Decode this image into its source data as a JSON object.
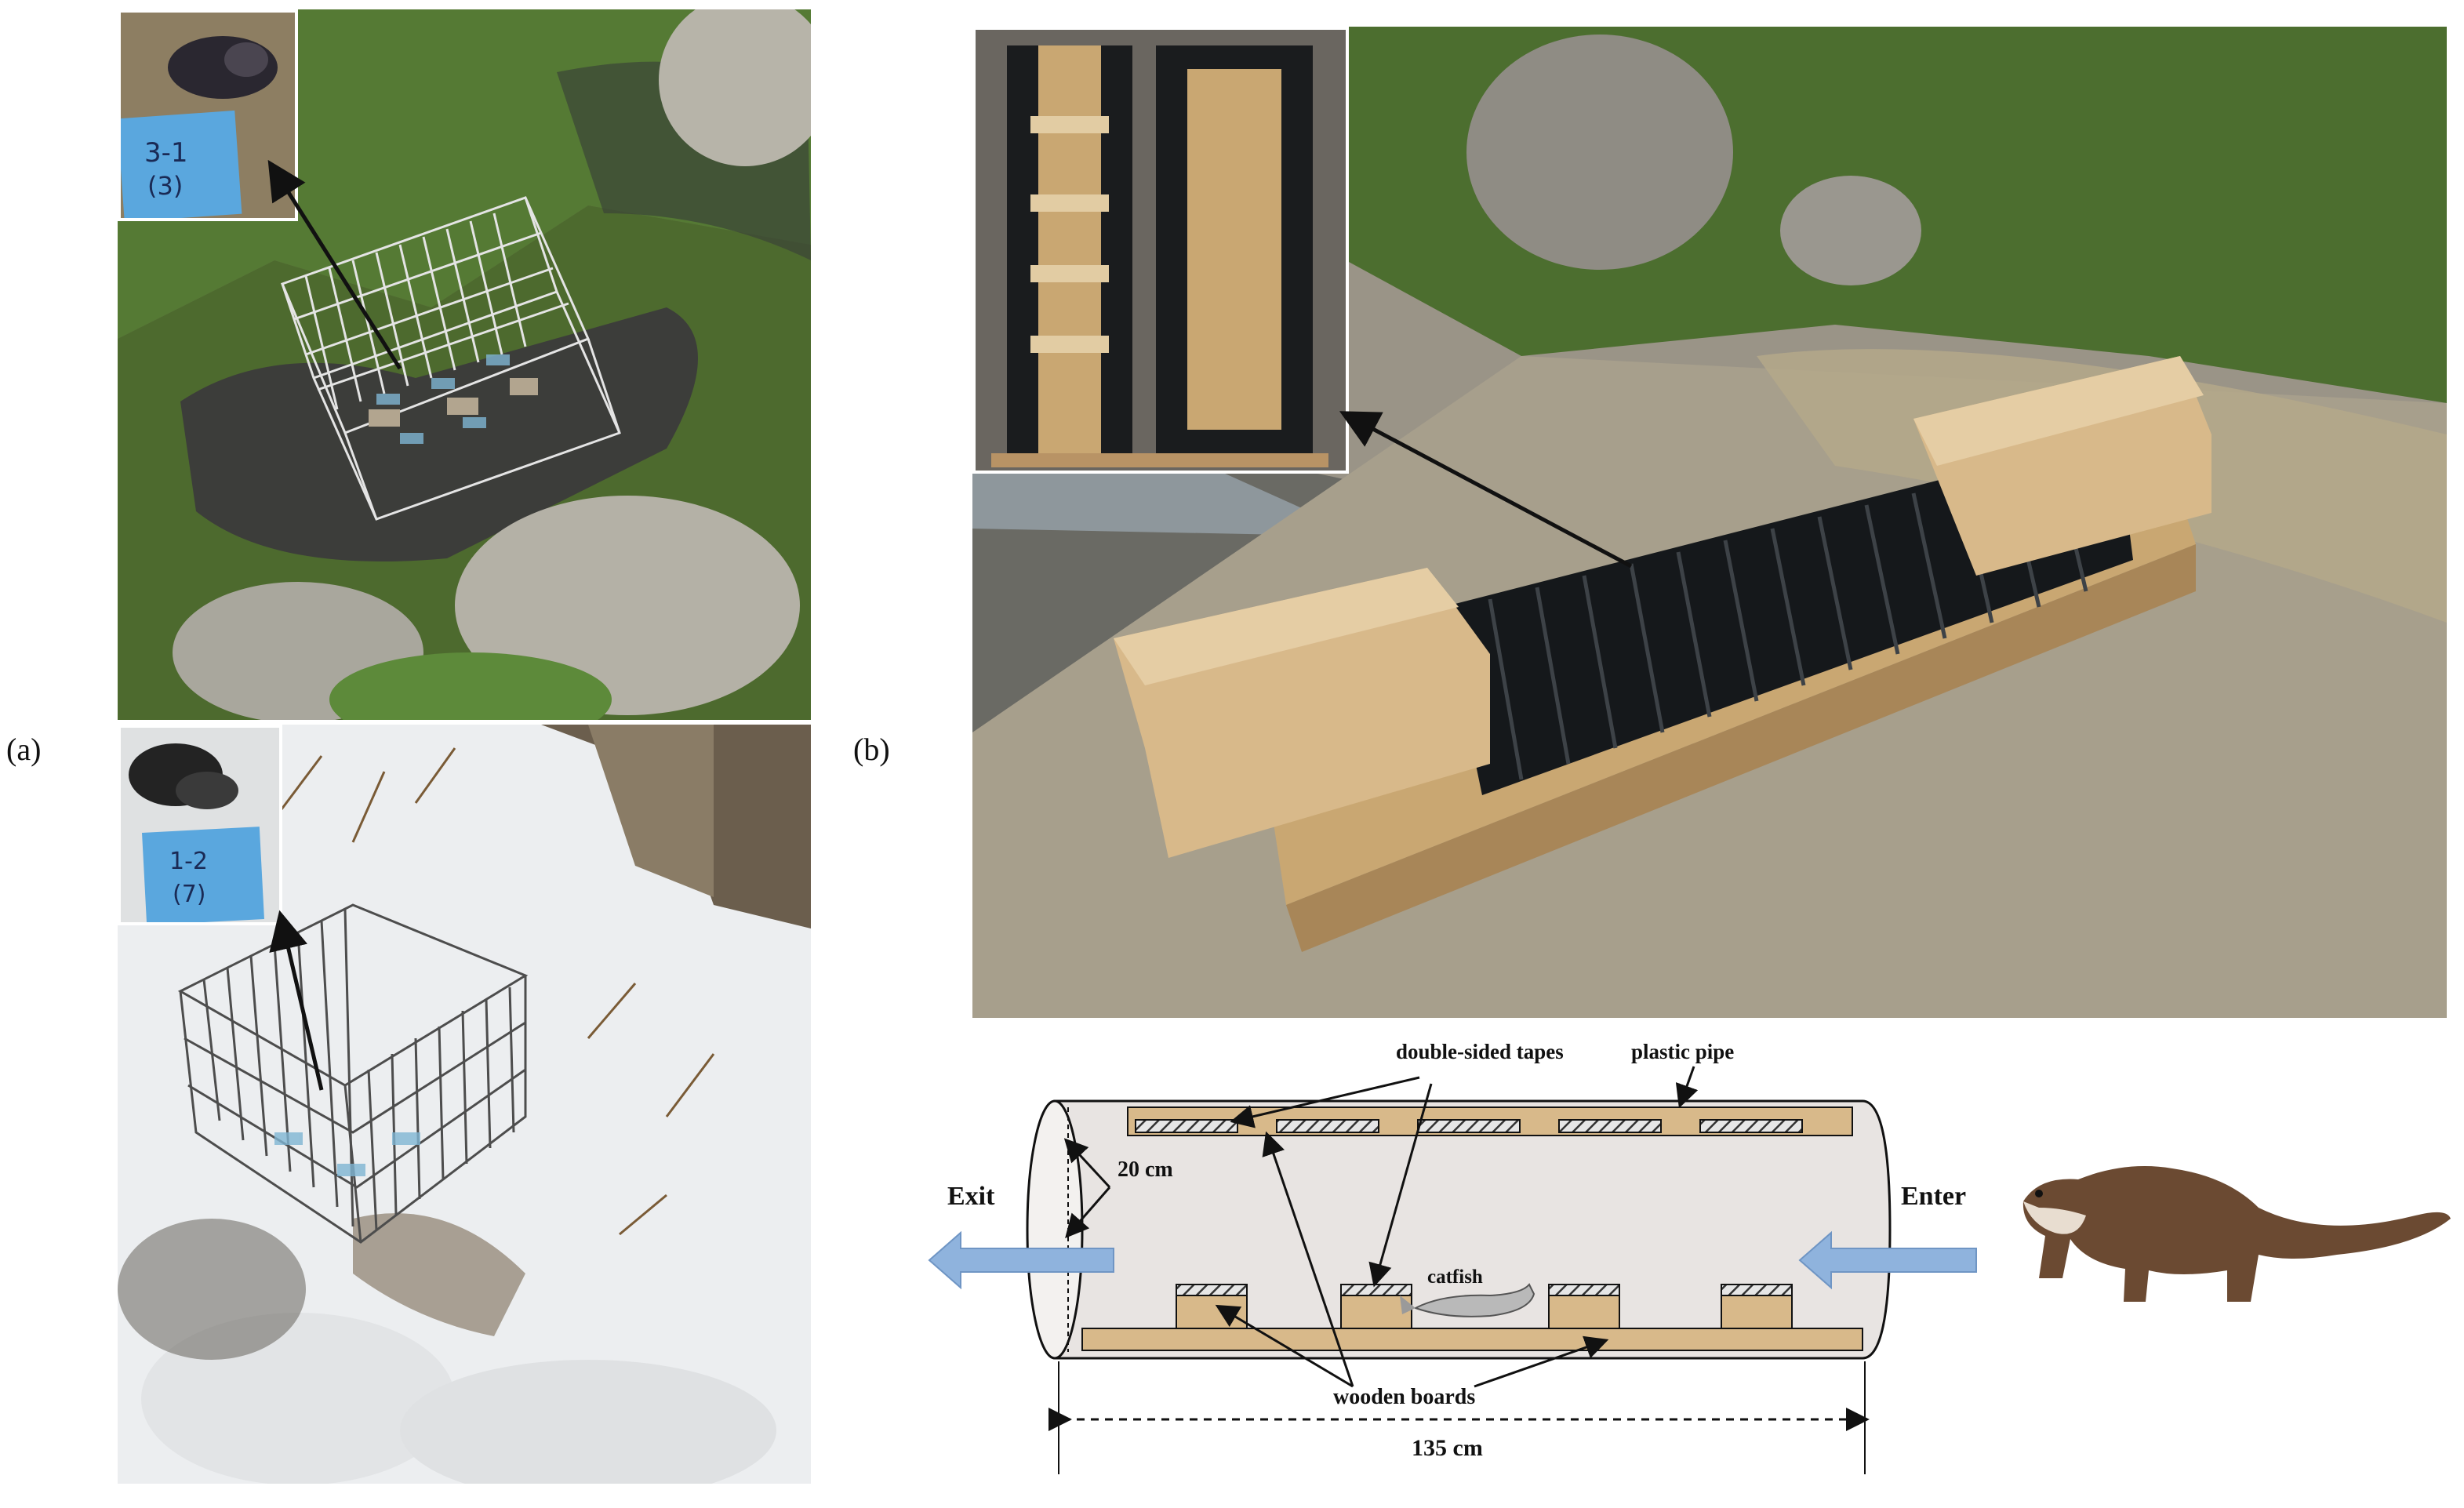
{
  "panels": {
    "a": {
      "label": "(a)"
    },
    "b": {
      "label": "(b)"
    }
  },
  "tags": {
    "top": {
      "line1": "3-1",
      "line2": "(3)"
    },
    "bottom": {
      "line1": "1-2",
      "line2": "(7)"
    }
  },
  "diagram": {
    "double_sided_tapes": "double-sided tapes",
    "plastic_pipe": "plastic pipe",
    "exit": "Exit",
    "enter": "Enter",
    "width_20": "20 cm",
    "catfish": "catfish",
    "wooden_boards": "wooden boards",
    "length_135": "135 cm"
  },
  "colors": {
    "wood": "#d8b98a",
    "wood_dark": "#b89365",
    "pipe_fill": "#e8e4e2",
    "arrow_blue": "#8fb3dd",
    "pipe_black": "#1d1f22",
    "snow": "#eef0f2",
    "grass": "#5a7d3a",
    "otter": "#6b4a32"
  }
}
